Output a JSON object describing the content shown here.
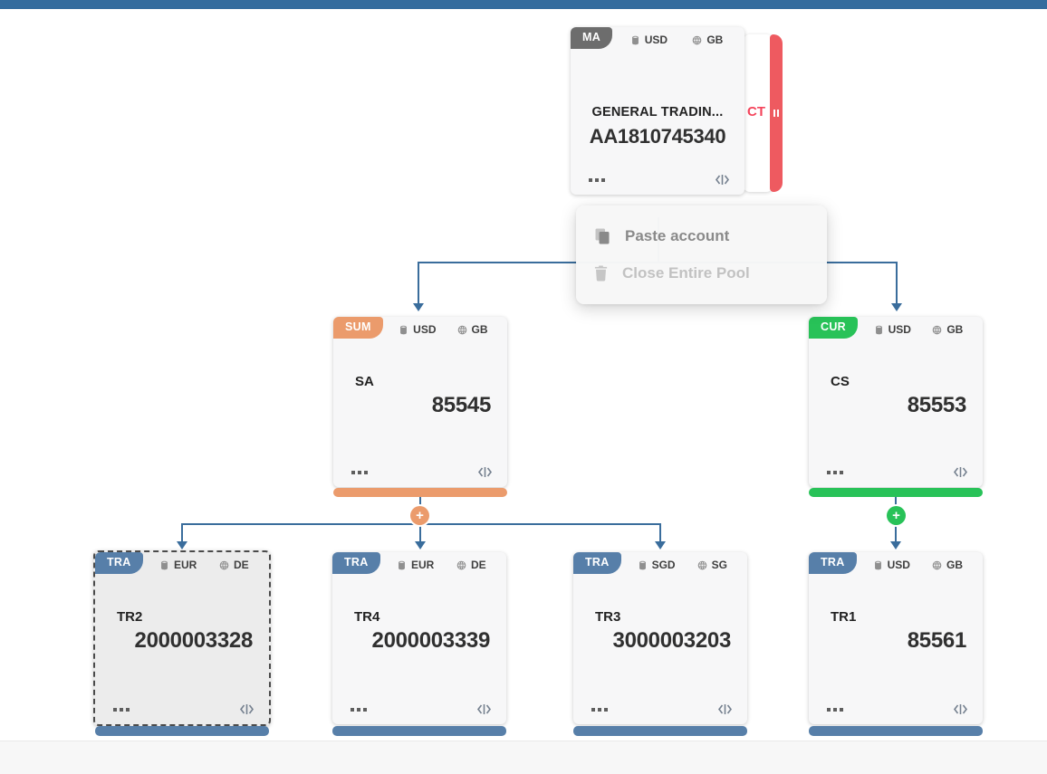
{
  "colors": {
    "topbar": "#336c9e",
    "connector": "#3a6d9c",
    "canvas": "#ffffff",
    "bottom_strip": "#f7f7f7",
    "card_bg": "#f7f7f8",
    "selected_card_bg": "#ececec",
    "ct_tab_bg": "#ee5a60",
    "ct_tab_text": "#f4455c"
  },
  "icons": {
    "plus": "+"
  },
  "master": {
    "badge": "MA",
    "badge_color": "#6d6d6d",
    "currency": "USD",
    "country": "GB",
    "name": "GENERAL TRADIN...",
    "number": "AA1810745340",
    "side_tab_label": "CT"
  },
  "context_menu": {
    "items": [
      {
        "label": "Paste account",
        "icon": "copy-icon",
        "enabled": true
      },
      {
        "label": "Close Entire Pool",
        "icon": "trash-icon",
        "enabled": false
      }
    ]
  },
  "nodes": [
    {
      "id": "sum",
      "badge": "SUM",
      "accent": "#eb9b6c",
      "currency": "USD",
      "country": "GB",
      "name": "SA",
      "number": "85545",
      "selected": false
    },
    {
      "id": "cur",
      "badge": "CUR",
      "accent": "#28c258",
      "currency": "USD",
      "country": "GB",
      "name": "CS",
      "number": "85553",
      "selected": false
    },
    {
      "id": "tr2",
      "badge": "TRA",
      "accent": "#577fa9",
      "currency": "EUR",
      "country": "DE",
      "name": "TR2",
      "number": "2000003328",
      "selected": true
    },
    {
      "id": "tr4",
      "badge": "TRA",
      "accent": "#577fa9",
      "currency": "EUR",
      "country": "DE",
      "name": "TR4",
      "number": "2000003339",
      "selected": false
    },
    {
      "id": "tr3",
      "badge": "TRA",
      "accent": "#577fa9",
      "currency": "SGD",
      "country": "SG",
      "name": "TR3",
      "number": "3000003203",
      "selected": false
    },
    {
      "id": "tr1",
      "badge": "TRA",
      "accent": "#577fa9",
      "currency": "USD",
      "country": "GB",
      "name": "TR1",
      "number": "85561",
      "selected": false
    }
  ]
}
